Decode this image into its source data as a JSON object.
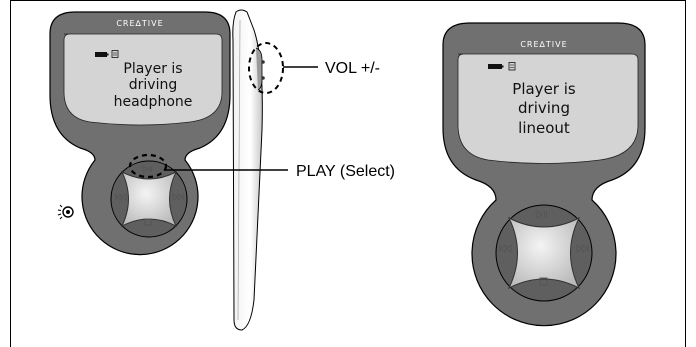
{
  "left_player": {
    "brand": "CRE∆TIVE",
    "screen_lines": [
      "Player is",
      "driving",
      "headphone"
    ]
  },
  "right_player": {
    "brand": "CRE∆TIVE",
    "screen_lines": [
      "Player is",
      "driving",
      "lineout"
    ]
  },
  "callouts": {
    "volume": "VOL +/-",
    "play": "PLAY (Select)"
  },
  "icons": [
    "battery-icon",
    "hold-lock-icon",
    "play-pause-icon",
    "previous-icon",
    "next-icon",
    "stop-icon",
    "power-icon"
  ],
  "colors": {
    "body": "#707070",
    "screen": "#d4d4d4",
    "pad": "#cfcfcf",
    "outline": "#000000"
  }
}
